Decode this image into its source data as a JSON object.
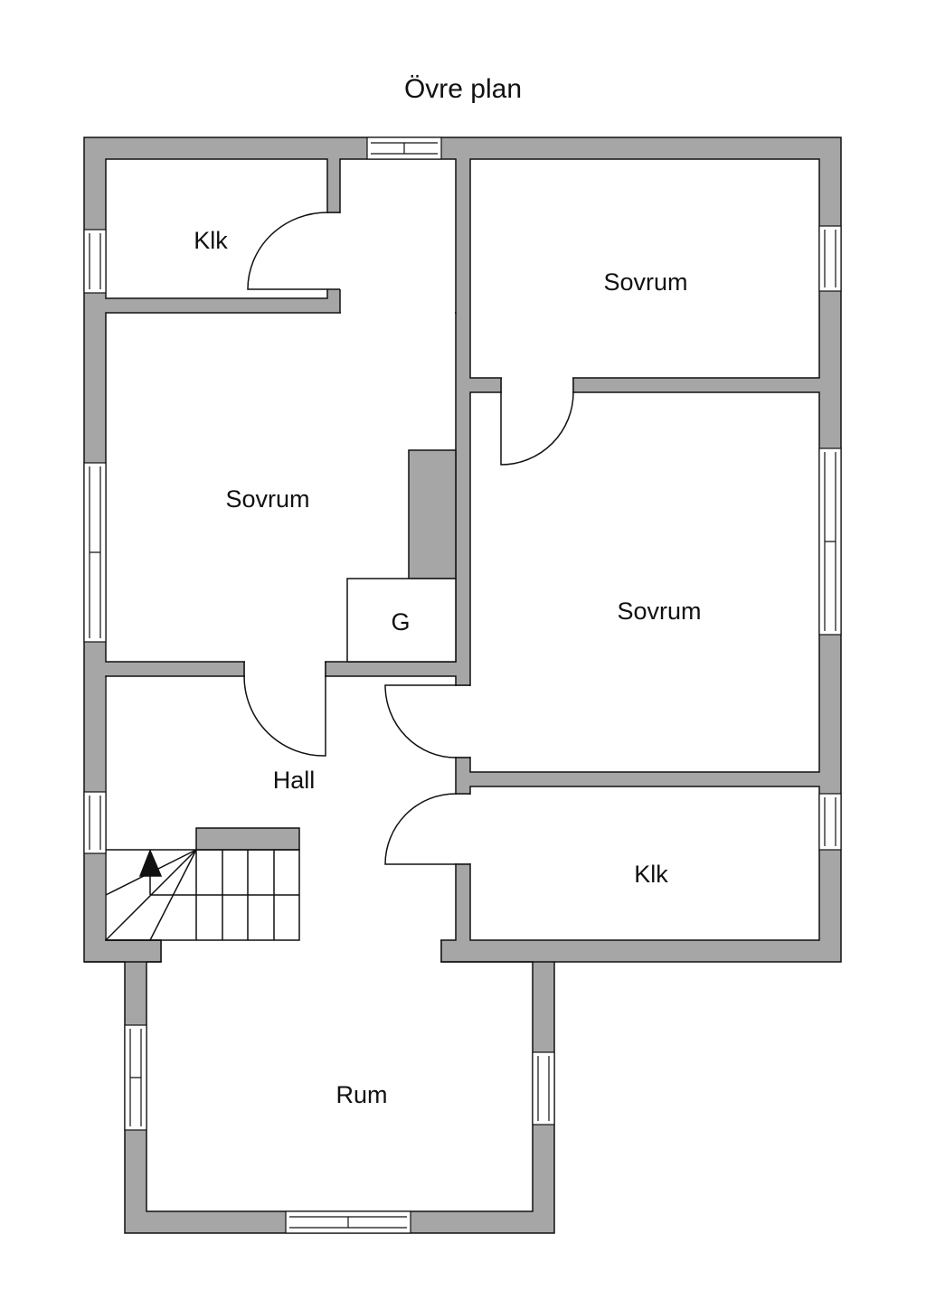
{
  "title": "Övre plan",
  "colors": {
    "wall": "#a6a6a6",
    "line": "#111111",
    "room": "#ffffff"
  },
  "rooms": {
    "klk_top": "Klk",
    "sovrum_left": "Sovrum",
    "sovrum_top_right": "Sovrum",
    "sovrum_mid_right": "Sovrum",
    "g": "G",
    "hall": "Hall",
    "klk_bottom": "Klk",
    "rum": "Rum"
  }
}
